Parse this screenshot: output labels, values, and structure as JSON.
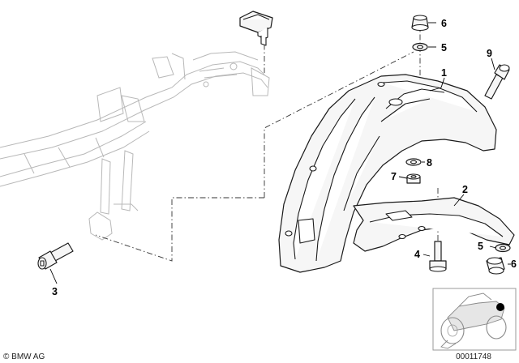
{
  "diagram": {
    "callouts": {
      "c1": "1",
      "c2": "2",
      "c3": "3",
      "c4": "4",
      "c5a": "5",
      "c5b": "5",
      "c6a": "6",
      "c6b": "6",
      "c7": "7",
      "c8": "8",
      "c9": "9"
    },
    "copyright": "© BMW AG",
    "diagram_number": "00011748"
  }
}
